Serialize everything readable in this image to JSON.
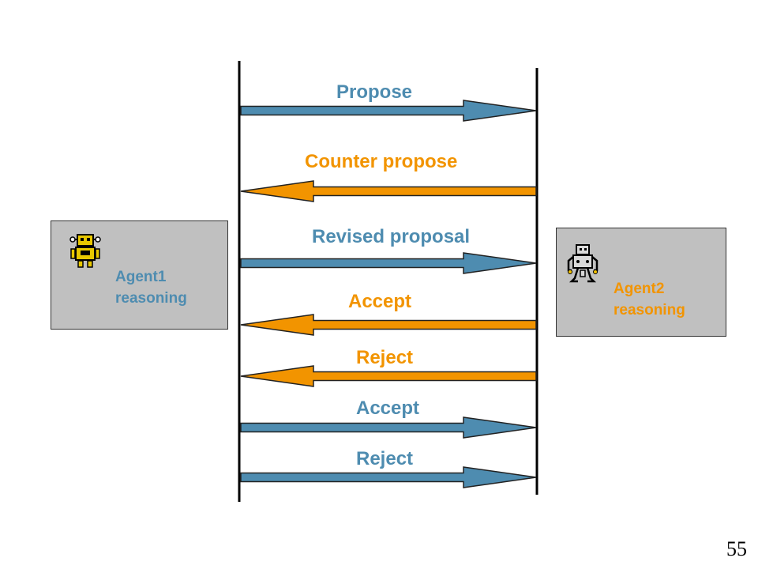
{
  "colors": {
    "forward": "#4e8cb0",
    "reply": "#f29400",
    "box_fill": "#c0c0c0",
    "lifeline": "#000000"
  },
  "agent1": {
    "line1": "Agent1",
    "line2": "reasoning",
    "icon": "robot-icon"
  },
  "agent2": {
    "line1": "Agent2",
    "line2": "reasoning",
    "icon": "robot-icon"
  },
  "messages": [
    {
      "label": "Propose",
      "direction": "right"
    },
    {
      "label": "Counter propose",
      "direction": "left"
    },
    {
      "label": "Revised proposal",
      "direction": "right"
    },
    {
      "label": "Accept",
      "direction": "left"
    },
    {
      "label": "Reject",
      "direction": "left"
    },
    {
      "label": "Accept",
      "direction": "right"
    },
    {
      "label": "Reject",
      "direction": "right"
    }
  ],
  "page_number": "55"
}
